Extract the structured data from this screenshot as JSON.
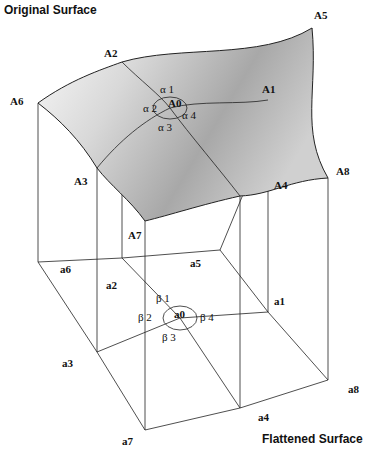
{
  "diagram": {
    "labels": [
      "Original Surface",
      "A5",
      "A2",
      "A1",
      "A6",
      "α 1",
      "α 2",
      "A0",
      "α 4",
      "α 3",
      "A3",
      "A8",
      "A4",
      "A7",
      "a5",
      "a6",
      "a2",
      "β 1",
      "a0",
      "a1",
      "β 2",
      "β 4",
      "β 3",
      "a8",
      "a3",
      "a4",
      "a7",
      "Flattened Surface"
    ]
  }
}
